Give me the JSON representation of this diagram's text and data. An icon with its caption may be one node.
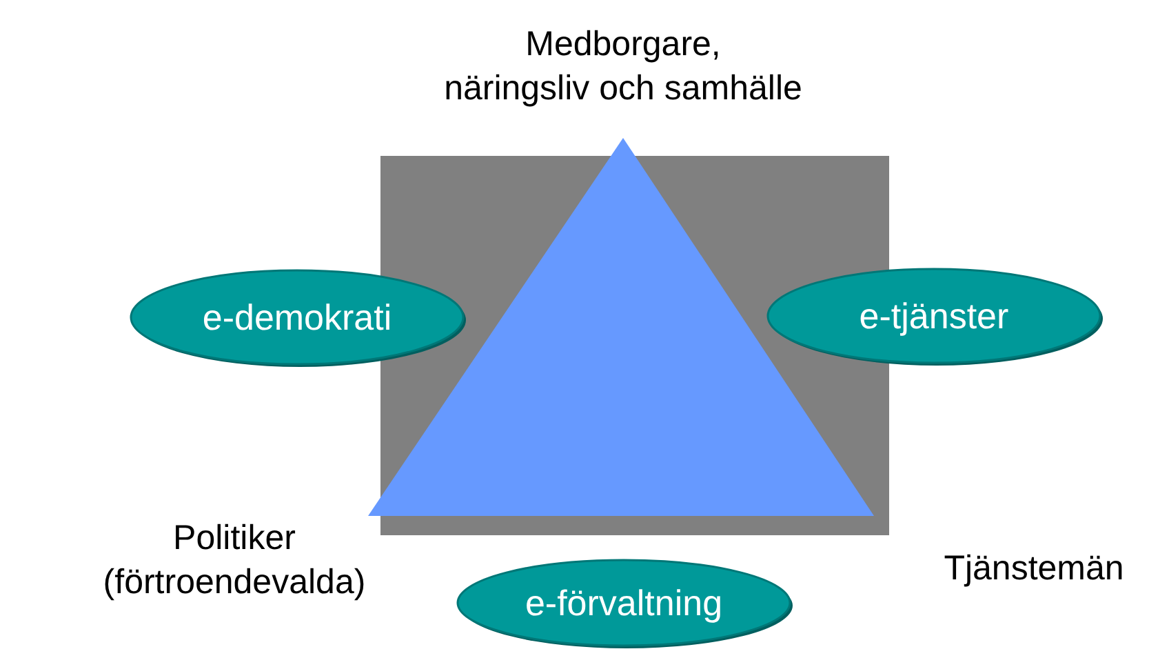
{
  "diagram": {
    "nodes": [
      {
        "text": [
          "e-demokrati"
        ]
      },
      {
        "text": [
          "e-tjänster"
        ]
      },
      {
        "text": [
          "e-förvaltning"
        ]
      }
    ],
    "labels": [
      "Medborgare, näringsliv och samhälle",
      "Politiker (förtroendevalda)",
      "Tjänstemän"
    ]
  }
}
